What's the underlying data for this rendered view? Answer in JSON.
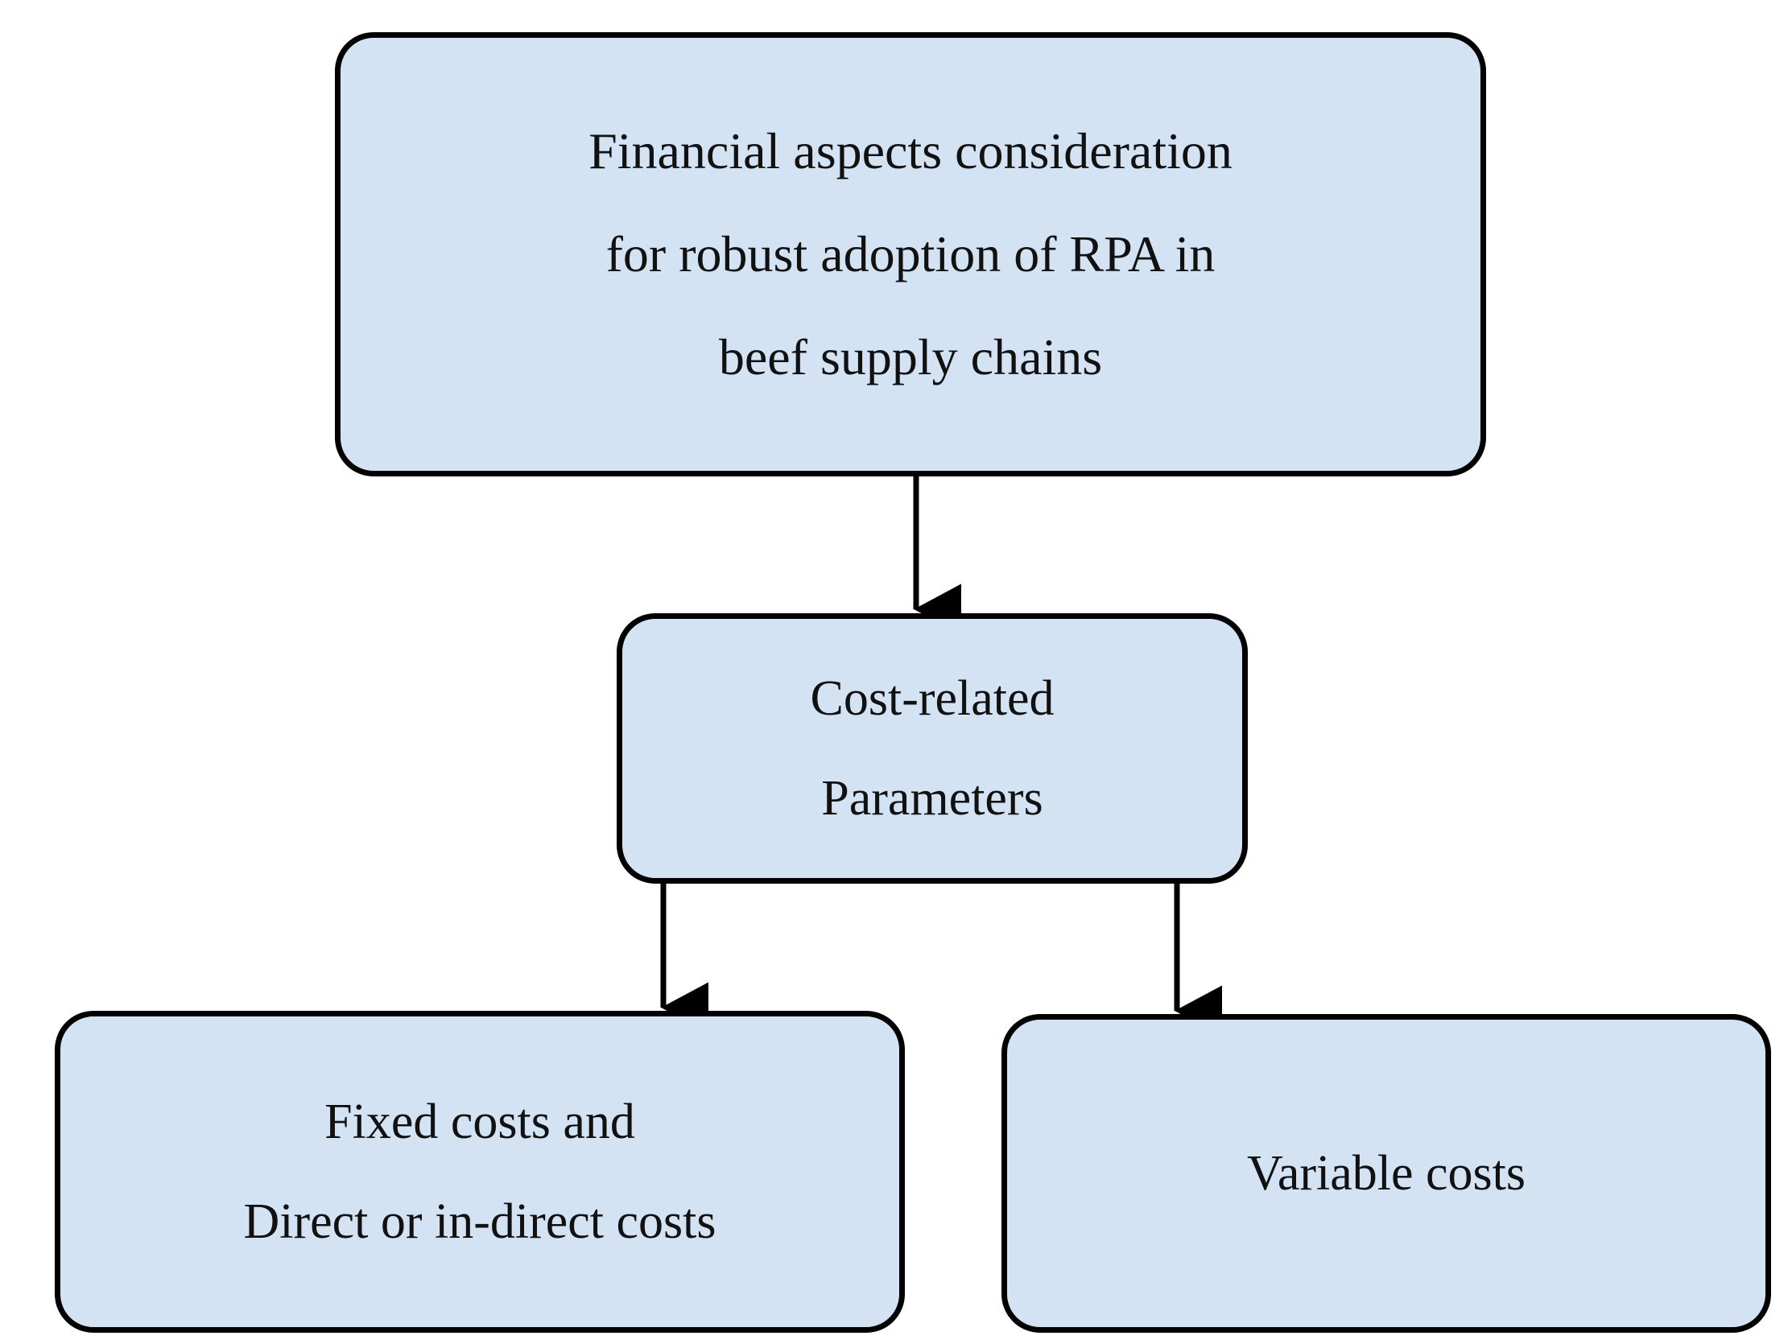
{
  "diagram": {
    "type": "flowchart",
    "orientation": "top-down",
    "style": {
      "node_fill": "#d4e3f4",
      "node_border": "#000000",
      "connector_color": "#000000",
      "text_color": "#111111",
      "background": "#ffffff"
    },
    "nodes": [
      {
        "id": "root-topic",
        "lines": [
          "Financial aspects consideration",
          "for robust adoption of RPA in",
          "beef supply chains"
        ]
      },
      {
        "id": "cost-parameters",
        "lines": [
          "Cost-related",
          "Parameters"
        ]
      },
      {
        "id": "fixed-costs",
        "lines": [
          "Fixed costs and",
          "Direct or in-direct costs"
        ]
      },
      {
        "id": "variable-costs",
        "lines": [
          "Variable costs"
        ]
      }
    ],
    "edges": [
      {
        "id": "root-to-cost",
        "from": "root-topic",
        "to": "cost-parameters",
        "arrow": "down"
      },
      {
        "id": "cost-to-fixed",
        "from": "cost-parameters",
        "to": "fixed-costs",
        "arrow": "down"
      },
      {
        "id": "cost-to-variable",
        "from": "cost-parameters",
        "to": "variable-costs",
        "arrow": "down"
      }
    ]
  }
}
